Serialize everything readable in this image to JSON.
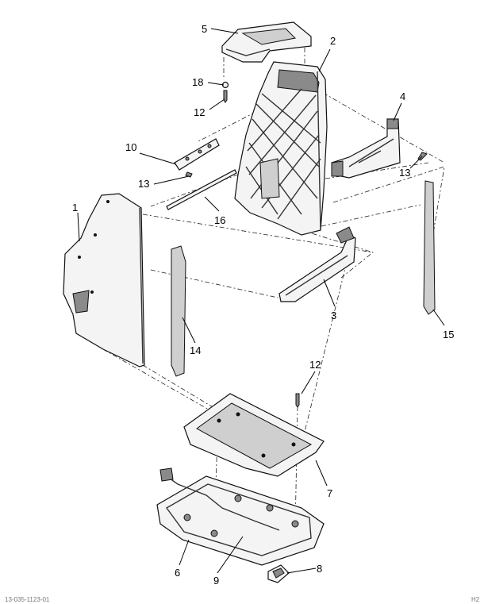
{
  "callouts": [
    {
      "id": "c1",
      "label": "1"
    },
    {
      "id": "c2",
      "label": "2"
    },
    {
      "id": "c3",
      "label": "3"
    },
    {
      "id": "c4",
      "label": "4"
    },
    {
      "id": "c5",
      "label": "5"
    },
    {
      "id": "c6",
      "label": "6"
    },
    {
      "id": "c7",
      "label": "7"
    },
    {
      "id": "c8",
      "label": "8"
    },
    {
      "id": "c9",
      "label": "9"
    },
    {
      "id": "c10",
      "label": "10"
    },
    {
      "id": "c12a",
      "label": "12"
    },
    {
      "id": "c12b",
      "label": "12"
    },
    {
      "id": "c13a",
      "label": "13"
    },
    {
      "id": "c13b",
      "label": "13"
    },
    {
      "id": "c14",
      "label": "14"
    },
    {
      "id": "c15",
      "label": "15"
    },
    {
      "id": "c16",
      "label": "16"
    },
    {
      "id": "c18",
      "label": "18"
    }
  ],
  "footer": {
    "left_code": "13-035-1123-01",
    "right_code": "H2"
  }
}
